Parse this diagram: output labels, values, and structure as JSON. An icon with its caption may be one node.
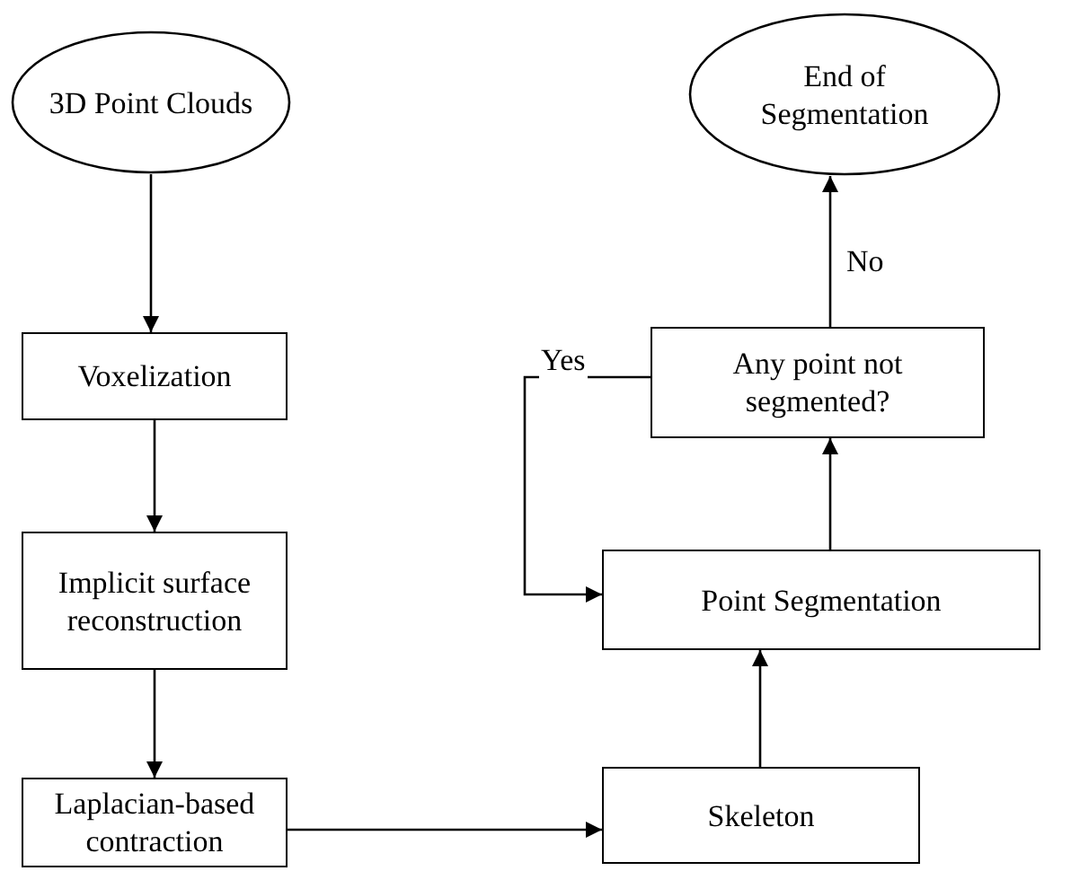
{
  "diagram": {
    "nodes": [
      {
        "text": [
          "3D Point Clouds"
        ]
      },
      {
        "text": [
          "Voxelization"
        ]
      },
      {
        "text": [
          "Implicit surface reconstruction"
        ]
      },
      {
        "text": [
          "Laplacian-based contraction"
        ]
      },
      {
        "text": [
          "Skeleton"
        ]
      },
      {
        "text": [
          "Point Segmentation"
        ]
      },
      {
        "text": [
          "Any point not segmented?"
        ]
      },
      {
        "text": [
          "End of Segmentation"
        ]
      }
    ],
    "edges": [
      {
        "from": 0,
        "to": 1,
        "arrow": "to"
      },
      {
        "from": 1,
        "to": 2,
        "arrow": "to"
      },
      {
        "from": 2,
        "to": 3,
        "arrow": "to"
      },
      {
        "from": 3,
        "to": 4,
        "arrow": "to"
      },
      {
        "from": 4,
        "to": 5,
        "arrow": "to"
      },
      {
        "from": 5,
        "to": 6,
        "arrow": "to"
      },
      {
        "from": 6,
        "to": 7,
        "arrow": "to",
        "label": "No"
      },
      {
        "from": 6,
        "to": 5,
        "arrow": "to",
        "label": "Yes"
      }
    ]
  }
}
